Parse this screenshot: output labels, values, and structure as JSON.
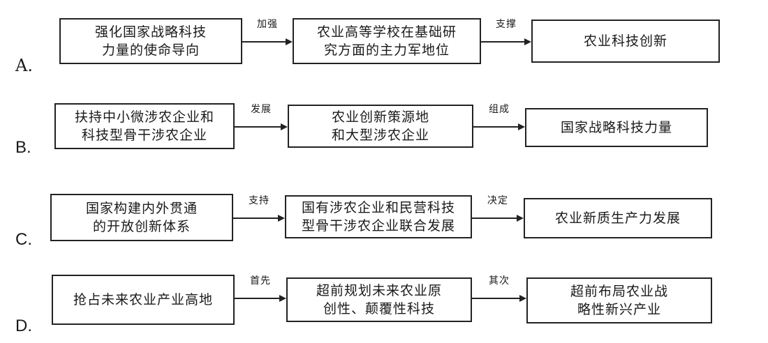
{
  "options": [
    {
      "letter": "A.",
      "boxes": [
        "强化国家战略科技\n力量的使命导向",
        "农业高等学校在基础研\n究方面的主力军地位",
        "农业科技创新"
      ],
      "connectors": [
        "加强",
        "支撑"
      ]
    },
    {
      "letter": "B.",
      "boxes": [
        "扶持中小微涉农企业和\n科技型骨干涉农企业",
        "农业创新策源地\n和大型涉农企业",
        "国家战略科技力量"
      ],
      "connectors": [
        "发展",
        "组成"
      ]
    },
    {
      "letter": "C.",
      "boxes": [
        "国家构建内外贯通\n的开放创新体系",
        "国有涉农企业和民营科技\n型骨干涉农企业联合发展",
        "农业新质生产力发展"
      ],
      "connectors": [
        "支持",
        "决定"
      ]
    },
    {
      "letter": "D.",
      "boxes": [
        "抢占未来农业产业高地",
        "超前规划未来农业原\n创性、颠覆性科技",
        "超前布局农业战\n略性新兴产业"
      ],
      "connectors": [
        "首先",
        "其次"
      ]
    }
  ]
}
